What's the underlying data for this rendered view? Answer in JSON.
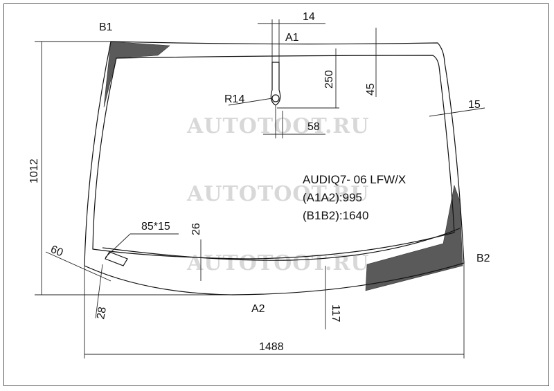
{
  "corner_labels": {
    "top_left": "B1",
    "top_center": "A1",
    "bottom_center": "A2",
    "bottom_right": "B2"
  },
  "dimensions": {
    "top_gap": "14",
    "height_250": "250",
    "offset_45": "45",
    "radius": "R14",
    "width_58": "58",
    "side_15": "15",
    "total_height": "1012",
    "side_60": "60",
    "sensor": "85*15",
    "gap_26": "26",
    "bottom_28": "28",
    "bottom_117": "117",
    "total_width": "1488"
  },
  "info": {
    "model": "AUDIQ7- 06 LFW/X",
    "a1a2": "(A1A2):995",
    "b1b2": "(B1B2):1640"
  },
  "watermark": "AUTOTOOT.RU",
  "colors": {
    "tint": "#5a5a5a",
    "line": "#111111",
    "watermark": "#d8d8d8"
  }
}
